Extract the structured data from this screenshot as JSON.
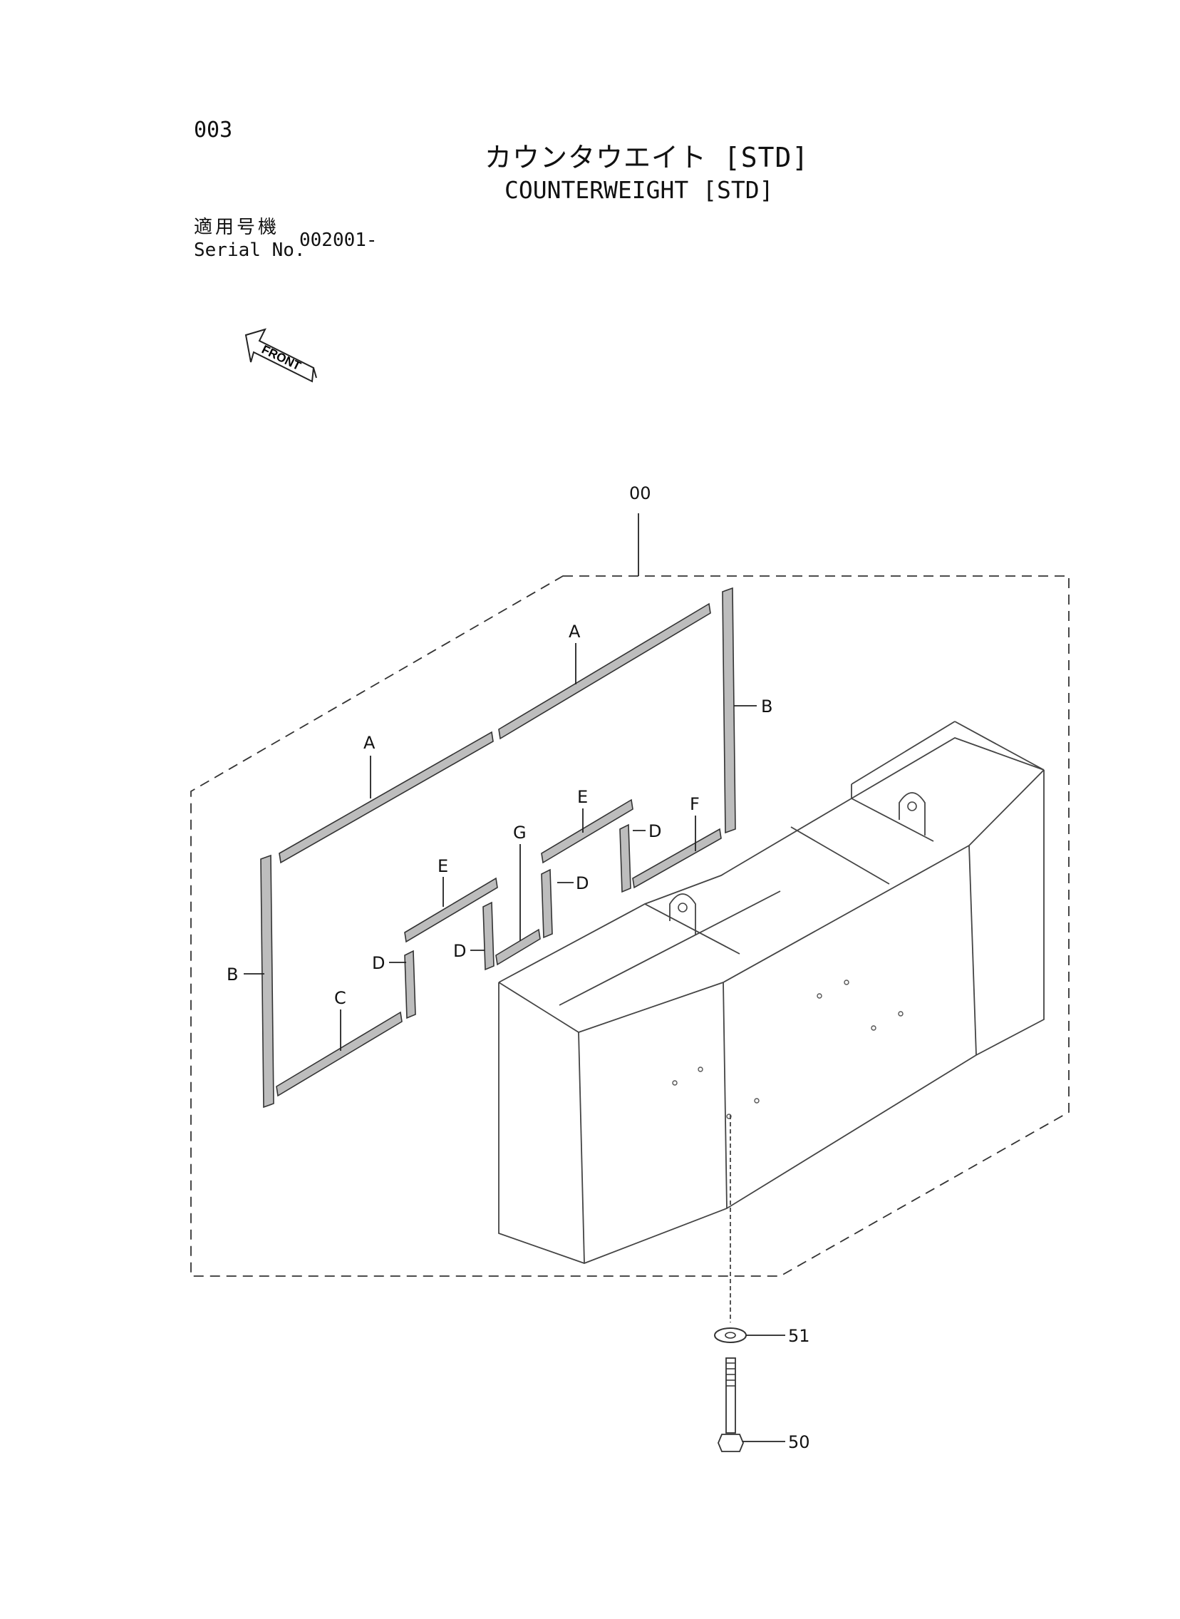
{
  "page": {
    "number": "003",
    "title_ja": "カウンタウエイト [STD]",
    "title_en": "COUNTERWEIGHT [STD]",
    "serial_label_ja": "適用号機",
    "serial_label_en": "Serial No.",
    "serial_value": "002001-"
  },
  "diagram": {
    "front_label": "FRONT",
    "assembly_callout": "00",
    "callouts": {
      "a1": "A",
      "a2": "A",
      "b1": "B",
      "b2": "B",
      "c": "C",
      "d1": "D",
      "d2": "D",
      "d3": "D",
      "d4": "D",
      "e1": "E",
      "e2": "E",
      "f": "F",
      "g": "G",
      "p51": "51",
      "p50": "50"
    }
  }
}
